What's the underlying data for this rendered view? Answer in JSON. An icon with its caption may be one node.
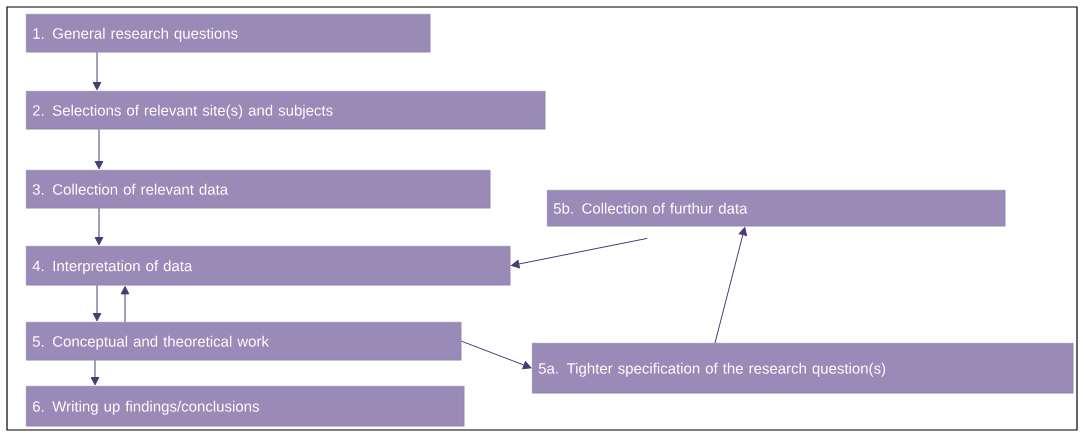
{
  "diagram": {
    "nodes": [
      {
        "text": [
          "1. General research questions"
        ]
      },
      {
        "text": [
          "2. Selections of relevant site(s) and subjects"
        ]
      },
      {
        "text": [
          "3. Collection of relevant data"
        ]
      },
      {
        "text": [
          "4. Interpretation of data"
        ]
      },
      {
        "text": [
          "5. Conceptual and theoretical work"
        ]
      },
      {
        "text": [
          "6. Writing up findings/conclusions"
        ]
      },
      {
        "text": [
          "5b. Collection of furthur data"
        ]
      },
      {
        "text": [
          "5a. Tighter specification of the research question(s)"
        ]
      }
    ],
    "edges": [
      {
        "from": 0,
        "to": 1,
        "arrow": "to"
      },
      {
        "from": 1,
        "to": 2,
        "arrow": "to"
      },
      {
        "from": 2,
        "to": 3,
        "arrow": "to"
      },
      {
        "from": 3,
        "to": 4,
        "arrow": "to"
      },
      {
        "from": 4,
        "to": 3,
        "arrow": "to"
      },
      {
        "from": 4,
        "to": 5,
        "arrow": "to"
      },
      {
        "from": 4,
        "to": 7,
        "arrow": "to"
      },
      {
        "from": 7,
        "to": 6,
        "arrow": "to"
      },
      {
        "from": 6,
        "to": 3,
        "arrow": "to"
      }
    ]
  }
}
